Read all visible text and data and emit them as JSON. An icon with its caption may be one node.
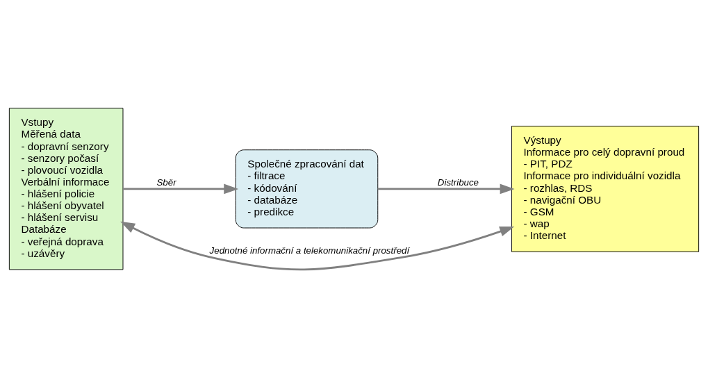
{
  "diagram": {
    "nodes": [
      {
        "text": [
          "Vstupy",
          "Měřená data",
          "- dopravní senzory",
          "- senzory počasí",
          "- plovoucí vozidla",
          "Verbální informace",
          "- hlášení policie",
          "- hlášení obyvatel",
          "- hlášení servisu",
          "Databáze",
          "- veřejná doprava",
          "- uzávěry"
        ]
      },
      {
        "text": [
          "Společné zpracování dat",
          "- filtrace",
          "- kódování",
          "- databáze",
          "- predikce"
        ]
      },
      {
        "text": [
          "Výstupy",
          "Informace pro celý dopravní proud",
          "- PIT, PDZ",
          "Informace pro individuální vozidla",
          "- rozhlas, RDS",
          "- navigační OBU",
          "- GSM",
          "- wap",
          "- Internet"
        ]
      }
    ],
    "edges": [
      {
        "from": 0,
        "to": 1,
        "arrow": "to",
        "label": "Sběr"
      },
      {
        "from": 1,
        "to": 2,
        "arrow": "to",
        "label": "Distribuce"
      },
      {
        "from": 0,
        "to": 2,
        "arrow": "both",
        "label": "Jednotné informační a telekomunikační prostředí"
      }
    ]
  }
}
